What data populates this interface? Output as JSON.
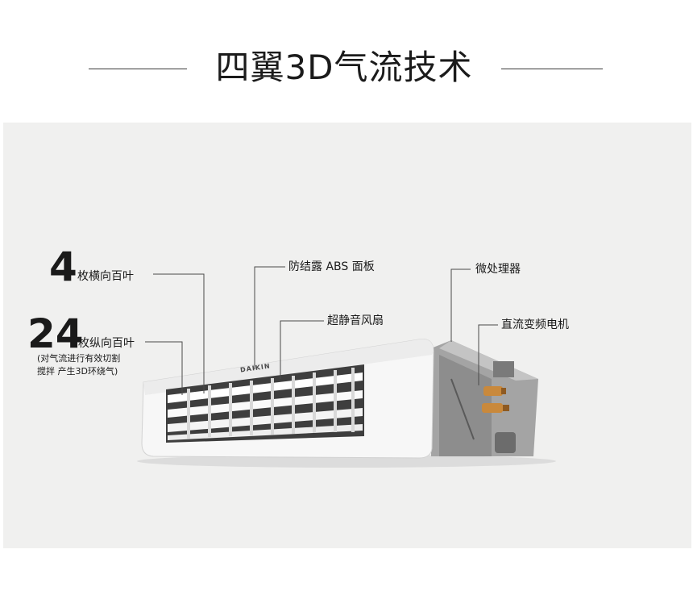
{
  "header": {
    "title": "四翼3D气流技术"
  },
  "product": {
    "brand_logo_text": "DAIKIN"
  },
  "callouts": {
    "horizontal_blades": {
      "number": "4",
      "label": "枚横向百叶"
    },
    "vertical_blades": {
      "number": "24",
      "label": "枚纵向百叶",
      "note_line1": "(对气流进行有效切割",
      "note_line2": "搅拌 产生3D环绕气)"
    },
    "panel": {
      "label": "防结露 ABS 面板"
    },
    "fan": {
      "label": "超静音风扇"
    },
    "processor": {
      "label": "微处理器"
    },
    "motor": {
      "label": "直流变频电机"
    }
  },
  "colors": {
    "background": "#ffffff",
    "panel_background": "#f0f0ef",
    "unit_body": "#f6f6f6",
    "unit_side": "#9a9a9a",
    "copper_fitting": "#c9893c",
    "text": "#1a1a1a"
  }
}
